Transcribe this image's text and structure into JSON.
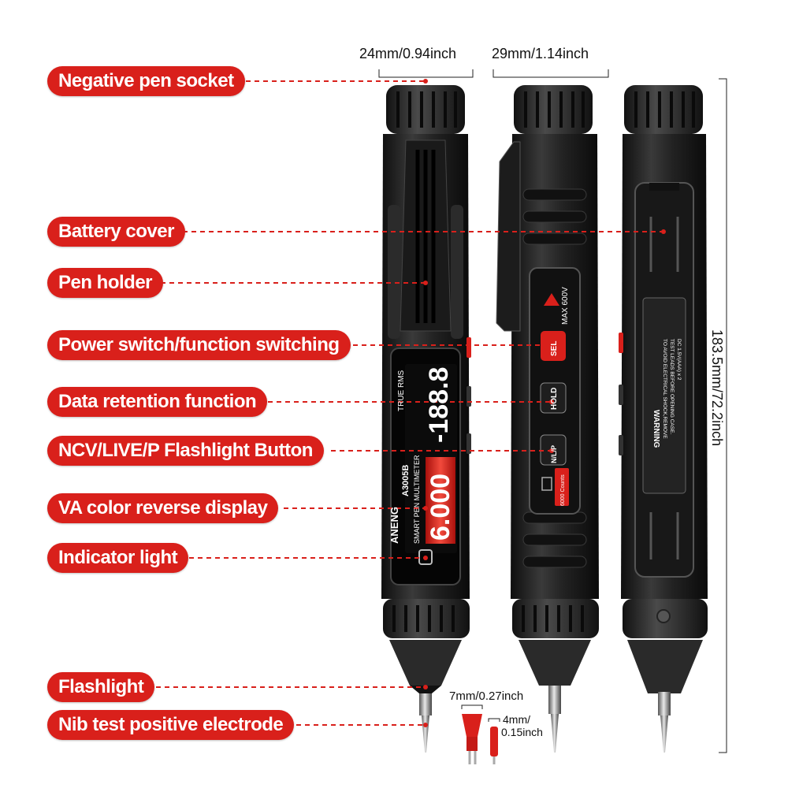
{
  "labels": {
    "negative_pen_socket": "Negative pen socket",
    "battery_cover": "Battery cover",
    "pen_holder": "Pen holder",
    "power_switch": "Power switch/function switching",
    "data_retention": "Data retention function",
    "ncv_button": "NCV/LIVE/P Flashlight Button",
    "va_display": "VA color reverse display",
    "indicator_light": "Indicator light",
    "flashlight": "Flashlight",
    "nib_electrode": "Nib test positive electrode"
  },
  "dimensions": {
    "front_width": "24mm/0.94inch",
    "side_width": "29mm/1.14inch",
    "length": "183.5mm/72.2inch",
    "tip_large": "7mm/0.27inch",
    "tip_small_line1": "4mm/",
    "tip_small_line2": "0.15inch"
  },
  "device": {
    "brand": "ANENG",
    "model": "A3005B",
    "subtitle": "SMART PEN MULTIMETER",
    "true_rms": "TRUE RMS",
    "reading_top": "-188.8",
    "reading_bottom": "6.000",
    "btn_sel": "SEL",
    "btn_hold": "HOLD",
    "btn_nlp": "N/L/P",
    "max_voltage": "MAX 600V",
    "counts": "6000 Counts",
    "warning_title": "WARNING",
    "warning_line1": "TO AVOID ELECTRICAL SHOCK,REMOVE",
    "warning_line2": "TEST LEADS BEFORE OPENING CASE.",
    "battery_spec": "DC 1.5V(AAA) x 2"
  },
  "colors": {
    "accent": "#d9201b",
    "body": "#1c1c1c",
    "body_light": "#3a3a3a",
    "screen_red": "#e02a2a"
  }
}
